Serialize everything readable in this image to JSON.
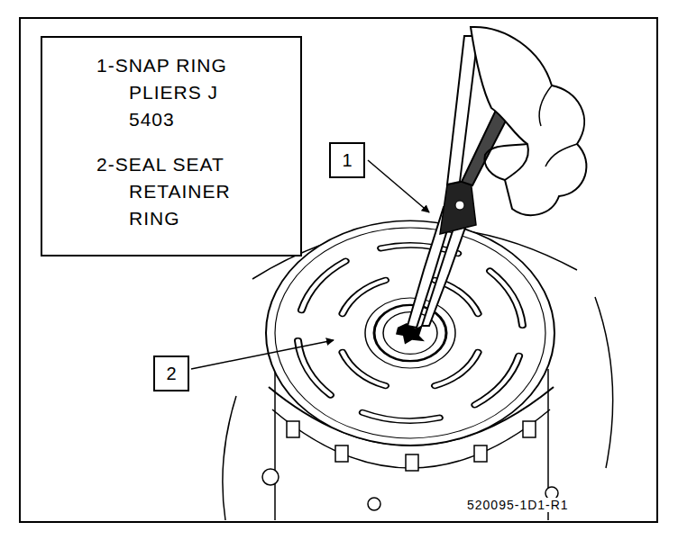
{
  "diagram": {
    "nodes": [
      {
        "text": [
          "1-SNAP RING PLIERS J 5403",
          "2-SEAL SEAT RETAINER RING"
        ]
      },
      {
        "text": [
          "1"
        ]
      },
      {
        "text": [
          "2"
        ]
      }
    ],
    "labels": [
      "520095-1D1-R1"
    ]
  }
}
